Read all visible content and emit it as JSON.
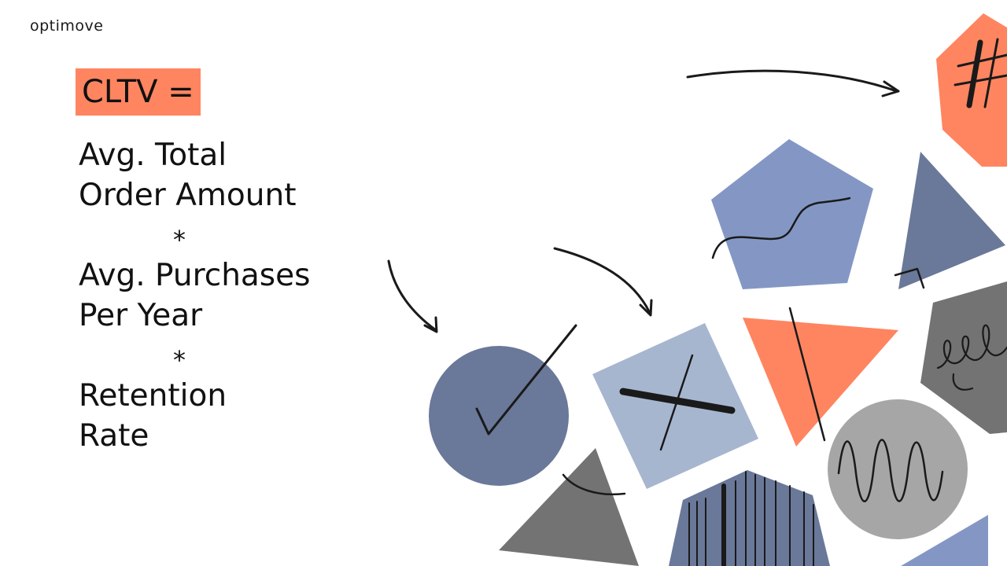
{
  "brand": {
    "name": "optimove"
  },
  "formula": {
    "title": "CLTV =",
    "term1": {
      "line1": "Avg. Total",
      "line2": "Order Amount"
    },
    "operator1": "*",
    "term2": {
      "line1": "Avg. Purchases",
      "line2": "Per Year"
    },
    "operator2": "*",
    "term3": {
      "line1": "Retention",
      "line2": "Rate"
    }
  },
  "colors": {
    "coral": "#ff8560",
    "slate_blue": "#6a7899",
    "periwinkle": "#8497c4",
    "light_blue": "#a7b6cf",
    "dark_gray": "#737373",
    "light_gray": "#a6a6a6",
    "stroke": "#1a1a1a"
  },
  "decorations": [
    "circle-check-shape",
    "square-x-shape",
    "pentagon-squiggle-shape",
    "coral-triangle-shape",
    "gray-circle-wave-shape",
    "coral-hexagon-hash-shape",
    "blue-triangle-shape",
    "gray-hexagon-loop-shape",
    "gray-triangle-shape",
    "barcode-pentagon-shape",
    "corner-triangle-shape",
    "curved-arrow"
  ]
}
